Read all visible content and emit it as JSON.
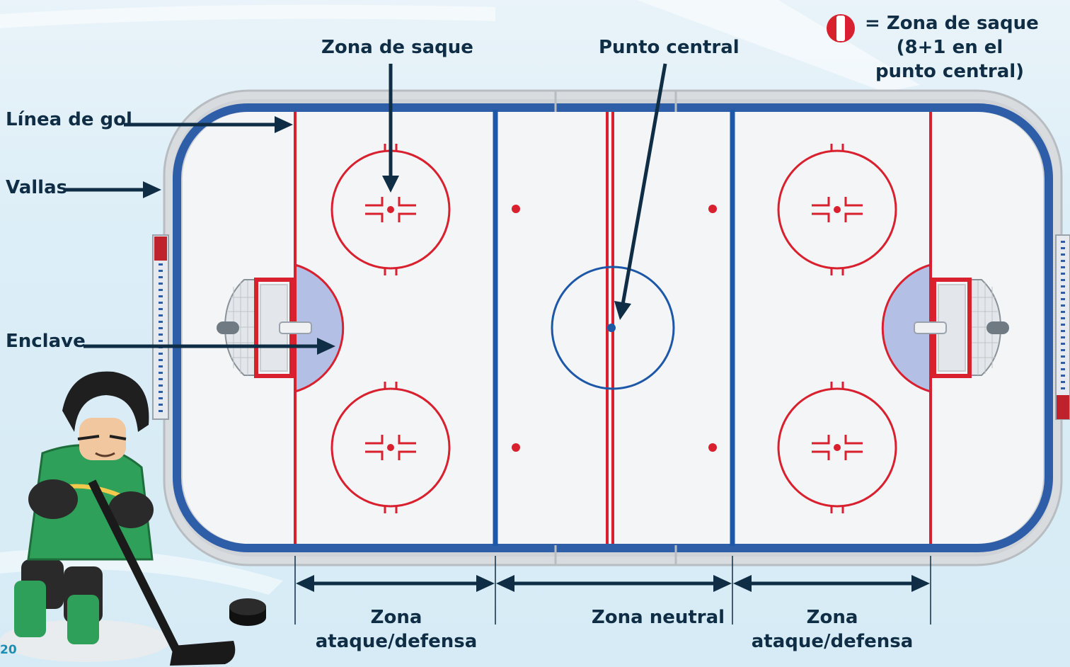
{
  "labels": {
    "faceoff_zone": "Zona de saque",
    "center_point": "Punto central",
    "goal_line": "Línea de gol",
    "boards": "Vallas",
    "crease": "Enclave",
    "legend_line1": "= Zona de saque",
    "legend_line2": "(8+1 en el",
    "legend_line3": "punto central)",
    "zone_left_1": "Zona",
    "zone_left_2": "ataque/defensa",
    "zone_neutral": "Zona neutral",
    "zone_right_1": "Zona",
    "zone_right_2": "ataque/defensa"
  },
  "page_number": "20",
  "colors": {
    "red_line": "#d8202e",
    "blue_line": "#1d57a8",
    "ink": "#0f2d44",
    "crease_fill": "#b4bfe6",
    "ice": "#f4f5f7",
    "board_blue": "#2e5ea8"
  },
  "icons": [
    "faceoff-zone-icon",
    "hockey-player-figure",
    "puck-icon",
    "goal-net-icon"
  ]
}
